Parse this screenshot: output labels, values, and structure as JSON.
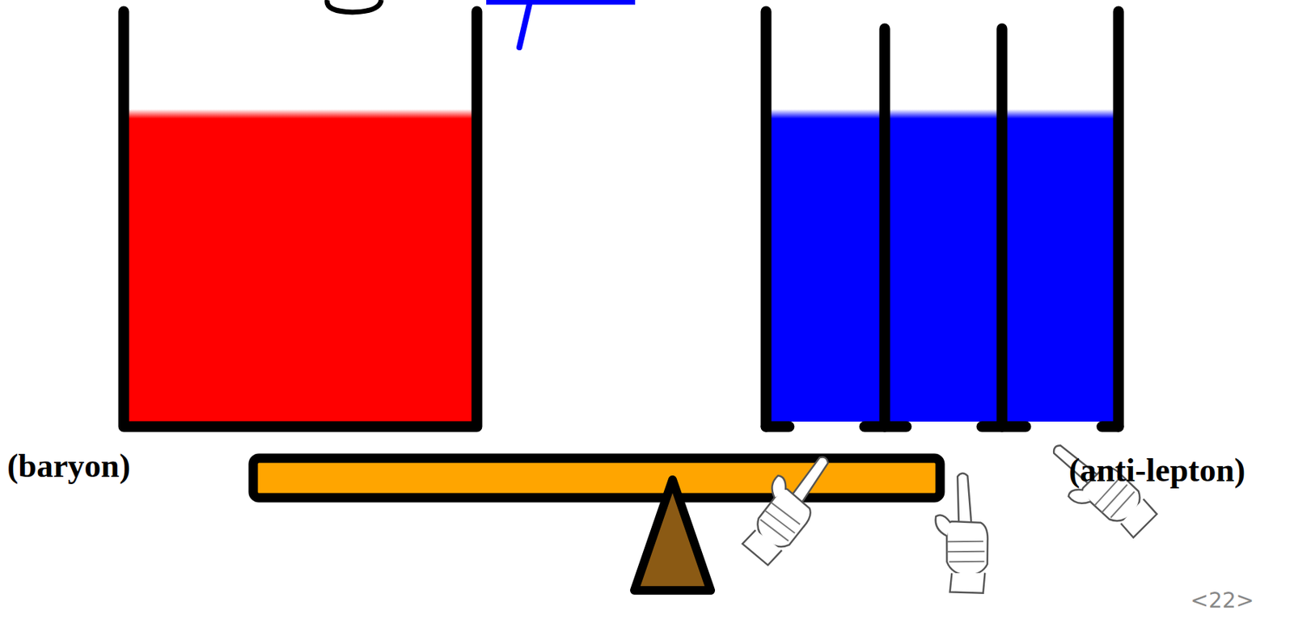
{
  "diagram": {
    "labels": [
      "(baryon)",
      "(anti-lepton)",
      "<22>"
    ]
  }
}
